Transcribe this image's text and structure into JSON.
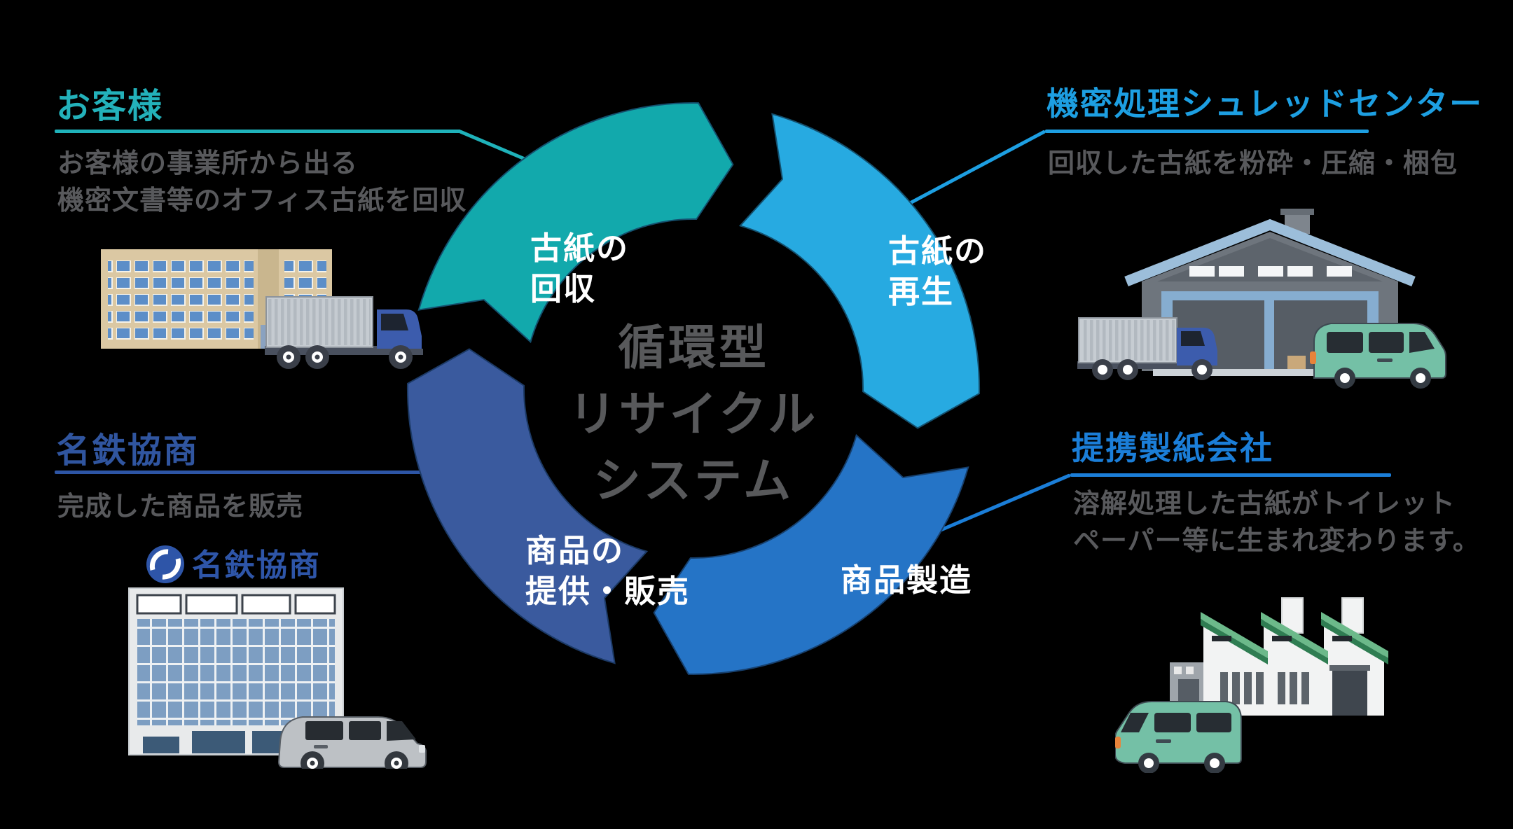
{
  "background_color": "#000000",
  "center": {
    "title_line1": "循環型",
    "title_line2": "リサイクル",
    "title_line3": "システム",
    "text_color": "#58595b"
  },
  "cycle": {
    "direction": "clockwise",
    "segments": [
      {
        "id": "collection",
        "label_line1": "古紙の",
        "label_line2": "回収",
        "color": "#12a9ac"
      },
      {
        "id": "regeneration",
        "label_line1": "古紙の",
        "label_line2": "再生",
        "color": "#27aae1"
      },
      {
        "id": "manufacturing",
        "label_line1": "商品製造",
        "label_line2": "",
        "color": "#2574c6"
      },
      {
        "id": "sales",
        "label_line1": "商品の",
        "label_line2": "提供・販売",
        "color": "#3a5a9e"
      }
    ]
  },
  "corners": {
    "top_left": {
      "title": "お客様",
      "accent_color": "#1fb2ba",
      "desc_line1": "お客様の事業所から出る",
      "desc_line2": "機密文書等のオフィス古紙を回収"
    },
    "top_right": {
      "title": "機密処理シュレッドセンター",
      "accent_color": "#1d9fe2",
      "desc_line1": "回収した古紙を粉砕・圧縮・梱包"
    },
    "bottom_left": {
      "title": "名鉄協商",
      "accent_color": "#2d55a5",
      "desc_line1": "完成した商品を販売",
      "logo_text": "名鉄協商"
    },
    "bottom_right": {
      "title": "提携製紙会社",
      "accent_color": "#1b7ed8",
      "desc_line1": "溶解処理した古紙がトイレット",
      "desc_line2": "ペーパー等に生まれ変わります。"
    }
  }
}
